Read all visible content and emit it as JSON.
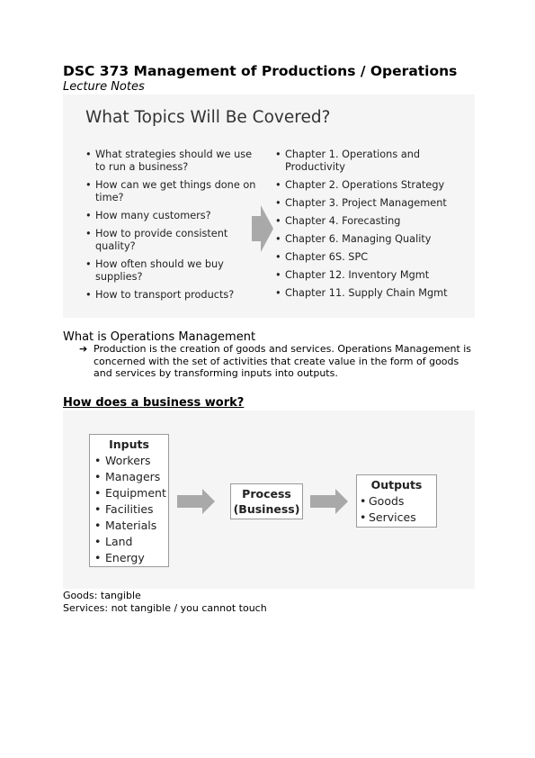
{
  "document": {
    "title": "DSC 373 Management of Productions / Operations",
    "subtitle": "Lecture Notes"
  },
  "slide1": {
    "title": "What Topics Will Be Covered?",
    "questions": [
      "What strategies should we use to run a business?",
      "How can we get things done on time?",
      "How many customers?",
      "How to provide consistent quality?",
      "How often should we buy supplies?",
      "How to transport products?"
    ],
    "chapters": [
      "Chapter 1. Operations and Productivity",
      "Chapter 2. Operations Strategy",
      "Chapter 3. Project Management",
      "Chapter 4. Forecasting",
      "Chapter 6. Managing Quality",
      "Chapter 6S. SPC",
      "Chapter 12. Inventory Mgmt",
      "Chapter 11. Supply Chain Mgmt"
    ],
    "arrow_color": "#a9a9a9"
  },
  "section": {
    "heading": "What is Operations Management",
    "bullet_glyph": "➔",
    "bullet_text": "Production is the creation of goods and services. Operations Management is concerned with the set of activities that create value in the form of goods and services by transforming inputs into outputs."
  },
  "business": {
    "heading": "How does a business work?",
    "inputs": {
      "title": "Inputs",
      "items": [
        "Workers",
        "Managers",
        "Equipment",
        "Facilities",
        "Materials",
        "Land",
        "Energy"
      ]
    },
    "process": {
      "line1": "Process",
      "line2": "(Business)"
    },
    "outputs": {
      "title": "Outputs",
      "items": [
        "Goods",
        "Services"
      ]
    },
    "arrow_color": "#a9a9a9"
  },
  "notes": {
    "goods": "Goods: tangible",
    "services": "Services: not tangible / you cannot touch"
  }
}
